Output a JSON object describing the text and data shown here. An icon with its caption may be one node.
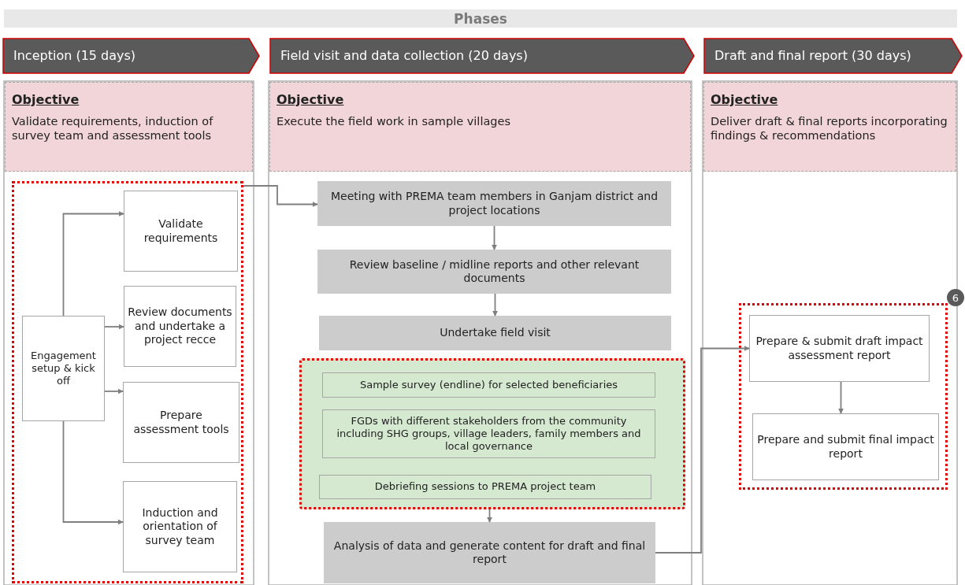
{
  "diagram": {
    "title": "Phases",
    "nodes": [
      {
        "text": [
          "Inception (15 days)"
        ]
      },
      {
        "text": [
          "Field visit and data collection (20 days)"
        ]
      },
      {
        "text": [
          "Draft and final report (30 days)"
        ]
      },
      {
        "text": [
          "Objective",
          "Validate requirements, induction of survey team and assessment tools"
        ]
      },
      {
        "text": [
          "Objective",
          "Execute the field work in sample villages"
        ]
      },
      {
        "text": [
          "Objective",
          "Deliver draft & final reports incorporating findings & recommendations"
        ]
      },
      {
        "text": [],
        "shape": "box"
      },
      {
        "text": [
          "Engagement setup & kick off"
        ],
        "in": 6
      },
      {
        "text": [
          "Validate requirements"
        ],
        "in": 6
      },
      {
        "text": [
          "Review documents and undertake a project recce"
        ],
        "in": 6
      },
      {
        "text": [
          "Prepare assessment tools"
        ],
        "in": 6
      },
      {
        "text": [
          "Induction and orientation of survey team"
        ],
        "in": 6
      },
      {
        "text": [
          "Meeting with PREMA team members in Ganjam district and project locations"
        ]
      },
      {
        "text": [
          "Review baseline / midline reports and other relevant documents"
        ]
      },
      {
        "text": [
          "Undertake field visit"
        ]
      },
      {
        "text": [],
        "shape": "box"
      },
      {
        "text": [
          "Sample survey (endline) for selected beneficiaries"
        ],
        "in": 15
      },
      {
        "text": [
          "FGDs with different stakeholders from the community including SHG groups, village leaders, family members and local governance"
        ],
        "in": 15
      },
      {
        "text": [
          "Debriefing sessions to PREMA project team"
        ],
        "in": 15
      },
      {
        "text": [
          "Analysis of data and generate content for draft and final report"
        ]
      },
      {
        "text": [],
        "shape": "box"
      },
      {
        "text": [
          "Prepare & submit draft impact assessment report"
        ],
        "in": 20
      },
      {
        "text": [
          "Prepare and submit final impact report"
        ],
        "in": 20
      }
    ],
    "edges": [
      {
        "from": 7,
        "to": 8,
        "arrow": "to"
      },
      {
        "from": 7,
        "to": 9,
        "arrow": "to"
      },
      {
        "from": 7,
        "to": 10,
        "arrow": "to"
      },
      {
        "from": 7,
        "to": 11,
        "arrow": "to"
      },
      {
        "from": 6,
        "to": 12,
        "arrow": "to"
      },
      {
        "from": 12,
        "to": 13,
        "arrow": "to"
      },
      {
        "from": 13,
        "to": 14,
        "arrow": "to"
      },
      {
        "from": 15,
        "to": 19,
        "arrow": "to"
      },
      {
        "from": 19,
        "to": 21,
        "arrow": "to"
      },
      {
        "from": 21,
        "to": 22,
        "arrow": "to"
      }
    ],
    "labels": [
      "6"
    ]
  }
}
